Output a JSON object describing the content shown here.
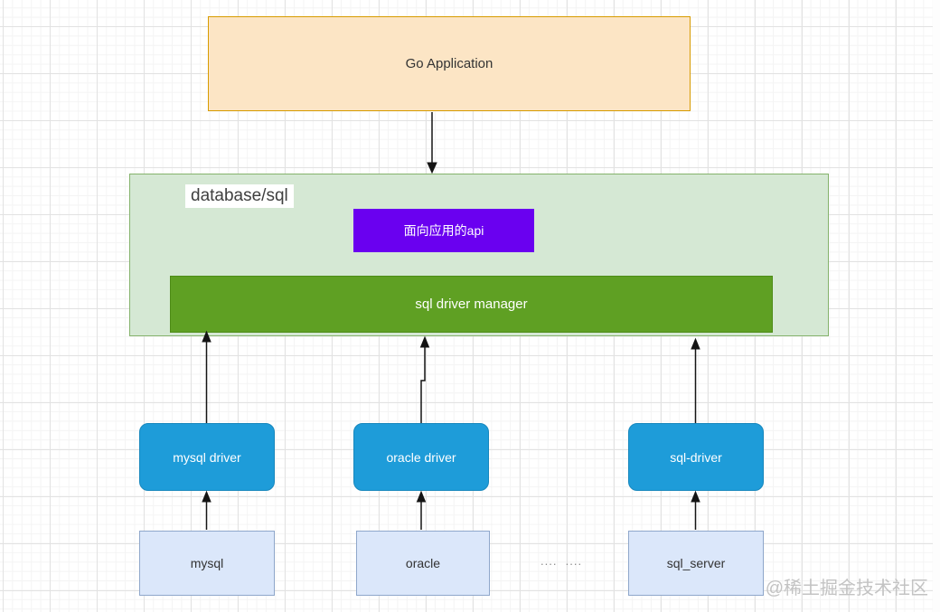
{
  "diagram": {
    "title_node": {
      "label": "Go Application"
    },
    "container": {
      "label": "database/sql"
    },
    "api_box": {
      "label": "面向应用的api"
    },
    "driver_manager": {
      "label": "sql driver manager"
    },
    "drivers": {
      "mysql": {
        "label": "mysql driver"
      },
      "oracle": {
        "label": "oracle driver"
      },
      "sql": {
        "label": "sql-driver"
      }
    },
    "databases": {
      "mysql": {
        "label": "mysql"
      },
      "oracle": {
        "label": "oracle"
      },
      "sql_server": {
        "label": "sql_server"
      }
    },
    "ellipsis": "....  ....",
    "watermark": "@稀土掘金技术社区",
    "colors": {
      "app_fill": "#fce5c5",
      "app_border": "#d79b00",
      "container_fill": "#d5e8d4",
      "container_border": "#85b36c",
      "api_fill": "#6a00f0",
      "manager_fill": "#5fa023",
      "driver_fill": "#1e9cd9",
      "db_fill": "#dbe7fa",
      "db_border": "#8fa7cb",
      "arrow": "#141414",
      "watermark_color": "#c3c3c3"
    }
  }
}
